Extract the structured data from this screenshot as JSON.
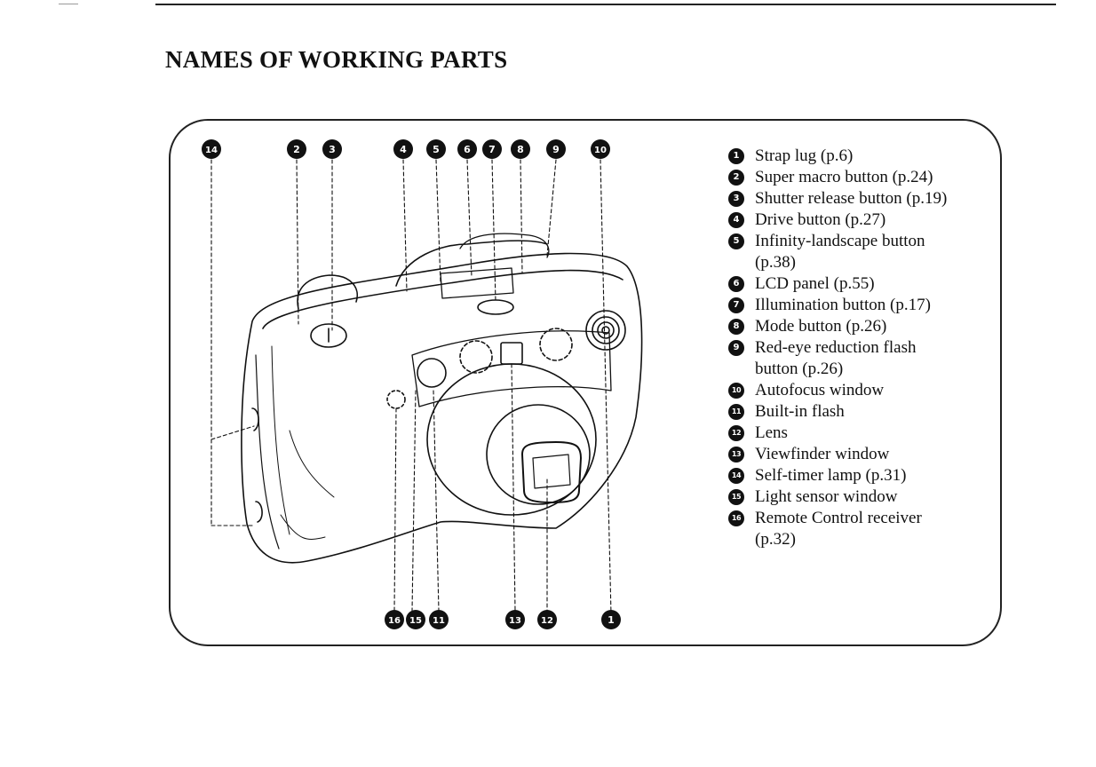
{
  "page": {
    "title": "NAMES OF WORKING PARTS"
  },
  "callouts": {
    "top": [
      "14",
      "2",
      "3",
      "4",
      "5",
      "6",
      "7",
      "8",
      "9",
      "10"
    ],
    "bottom": [
      "16",
      "15",
      "11",
      "13",
      "12",
      "1"
    ]
  },
  "legend": [
    {
      "num": "1",
      "label": "Strap lug (p.6)"
    },
    {
      "num": "2",
      "label": "Super macro button (p.24)"
    },
    {
      "num": "3",
      "label": "Shutter release button (p.19)"
    },
    {
      "num": "4",
      "label": "Drive button (p.27)"
    },
    {
      "num": "5",
      "label": "Infinity-landscape button",
      "cont": "(p.38)"
    },
    {
      "num": "6",
      "label": "LCD panel (p.55)"
    },
    {
      "num": "7",
      "label": "Illumination button (p.17)"
    },
    {
      "num": "8",
      "label": "Mode button (p.26)"
    },
    {
      "num": "9",
      "label": "Red-eye reduction flash",
      "cont": "button (p.26)"
    },
    {
      "num": "10",
      "label": "Autofocus window"
    },
    {
      "num": "11",
      "label": "Built-in flash"
    },
    {
      "num": "12",
      "label": "Lens"
    },
    {
      "num": "13",
      "label": "Viewfinder window"
    },
    {
      "num": "14",
      "label": "Self-timer lamp (p.31)"
    },
    {
      "num": "15",
      "label": "Light sensor window"
    },
    {
      "num": "16",
      "label": "Remote Control receiver",
      "cont": "(p.32)"
    }
  ]
}
